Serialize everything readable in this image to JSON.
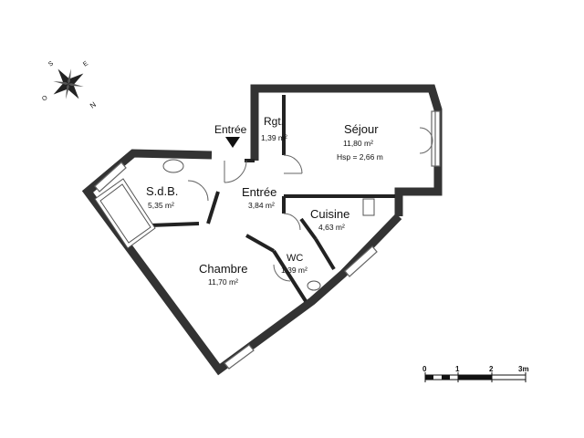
{
  "compass": {
    "north": "N",
    "south": "S",
    "east": "E",
    "west": "O"
  },
  "entrance_label": "Entrée",
  "rooms": {
    "rgt": {
      "name": "Rgt.",
      "area": "1,39 m²"
    },
    "sejour": {
      "name": "Séjour",
      "area": "11,80 m²",
      "height": "Hsp = 2,66 m"
    },
    "sdb": {
      "name": "S.d.B.",
      "area": "5,35 m²"
    },
    "entree": {
      "name": "Entrée",
      "area": "3,84 m²"
    },
    "cuisine": {
      "name": "Cuisine",
      "area": "4,63 m²"
    },
    "chambre": {
      "name": "Chambre",
      "area": "11,70 m²"
    },
    "wc": {
      "name": "WC",
      "area": "1,39 m²"
    }
  },
  "scale": {
    "labels": [
      "0",
      "1",
      "2",
      "3m"
    ]
  },
  "colors": {
    "wall": "#333333",
    "ink": "#111111"
  }
}
